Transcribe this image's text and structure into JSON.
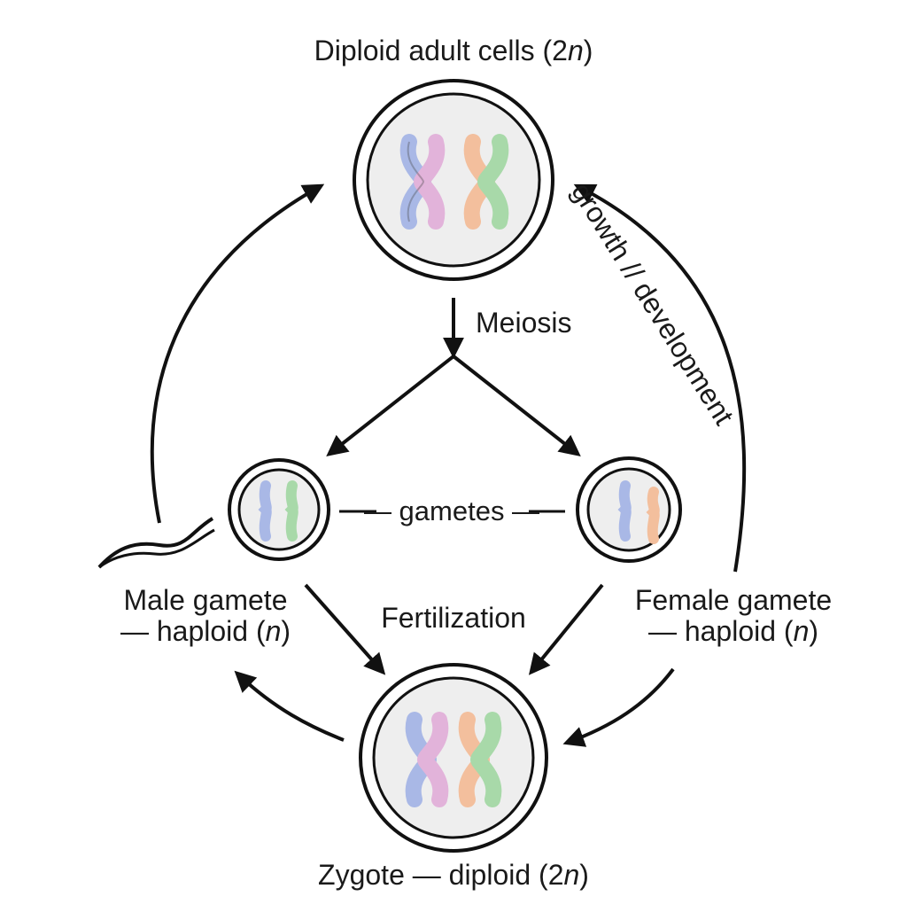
{
  "labels": {
    "top_cell": "Diploid adult cells (2",
    "top_cell_n": "n",
    "top_cell_close": ")",
    "meiosis": "Meiosis",
    "gametes": "— gametes —",
    "fertilization": "Fertilization",
    "male_line1": "Male gamete",
    "male_line2": "— haploid (",
    "male_n": "n",
    "male_close": ")",
    "female_line1": "Female gamete",
    "female_line2": "— haploid (",
    "female_n": "n",
    "female_close": ")",
    "zygote": "Zygote — diploid (2",
    "zygote_n": "n",
    "zygote_close": ")",
    "growth": "growth // development"
  },
  "colors": {
    "line": "#111111",
    "cell_fill": "#eeeeee",
    "chrom_blue": "#a9b8e6",
    "chrom_pink": "#e2b3da",
    "chrom_orange": "#f3bf9d",
    "chrom_green": "#a8d9a9"
  }
}
